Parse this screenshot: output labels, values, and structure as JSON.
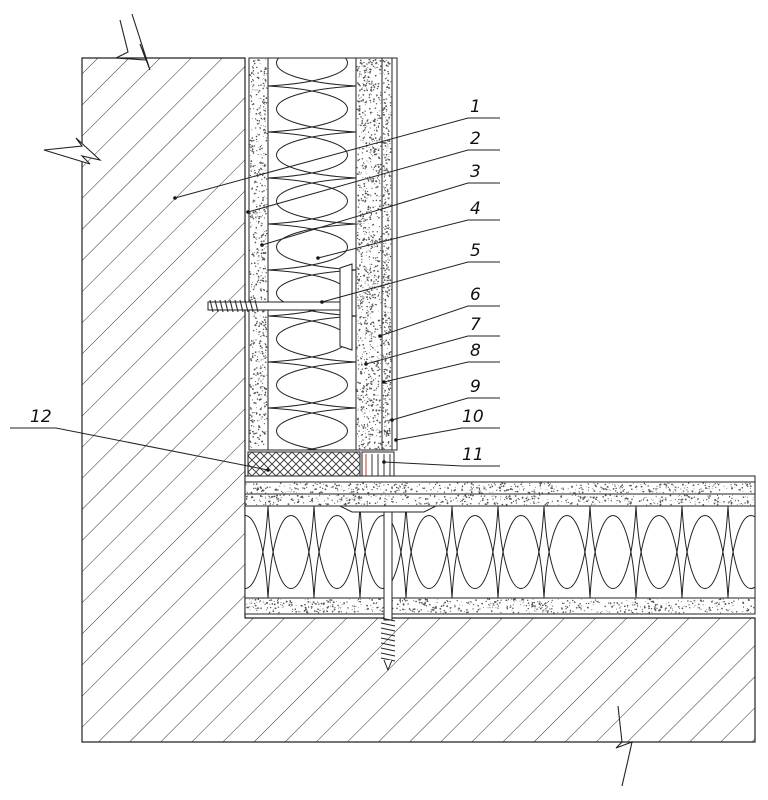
{
  "diagram": {
    "colors": {
      "line": "#222222",
      "hatch": "#333333",
      "speckle": "#555555",
      "background": "#ffffff",
      "accent": "#c0392b"
    },
    "callouts": [
      {
        "id": "1",
        "label": "1"
      },
      {
        "id": "2",
        "label": "2"
      },
      {
        "id": "3",
        "label": "3"
      },
      {
        "id": "4",
        "label": "4"
      },
      {
        "id": "5",
        "label": "5"
      },
      {
        "id": "6",
        "label": "6"
      },
      {
        "id": "7",
        "label": "7"
      },
      {
        "id": "8",
        "label": "8"
      },
      {
        "id": "9",
        "label": "9"
      },
      {
        "id": "10",
        "label": "10"
      },
      {
        "id": "11",
        "label": "11"
      },
      {
        "id": "12",
        "label": "12"
      }
    ]
  }
}
